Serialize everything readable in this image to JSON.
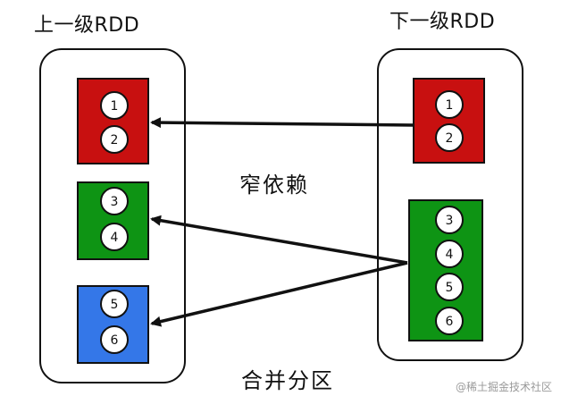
{
  "headings": {
    "upstream": "上一级RDD",
    "downstream": "下一级RDD"
  },
  "annotations": {
    "narrow": "窄依赖",
    "coalesce": "合并分区"
  },
  "watermark": "@稀土掘金技术社区",
  "upstream_partitions": [
    {
      "color": "#c81010",
      "items": [
        "1",
        "2"
      ]
    },
    {
      "color": "#0e9414",
      "items": [
        "3",
        "4"
      ]
    },
    {
      "color": "#3477e8",
      "items": [
        "5",
        "6"
      ]
    }
  ],
  "downstream_partitions": [
    {
      "color": "#c81010",
      "items": [
        "1",
        "2"
      ]
    },
    {
      "color": "#0e9414",
      "items": [
        "3",
        "4",
        "5",
        "6"
      ]
    }
  ],
  "dependencies": [
    {
      "from": "downstream-partition-1",
      "to": "upstream-partition-1"
    },
    {
      "from": "downstream-partition-2",
      "to": "upstream-partition-2"
    },
    {
      "from": "downstream-partition-2",
      "to": "upstream-partition-3"
    }
  ]
}
